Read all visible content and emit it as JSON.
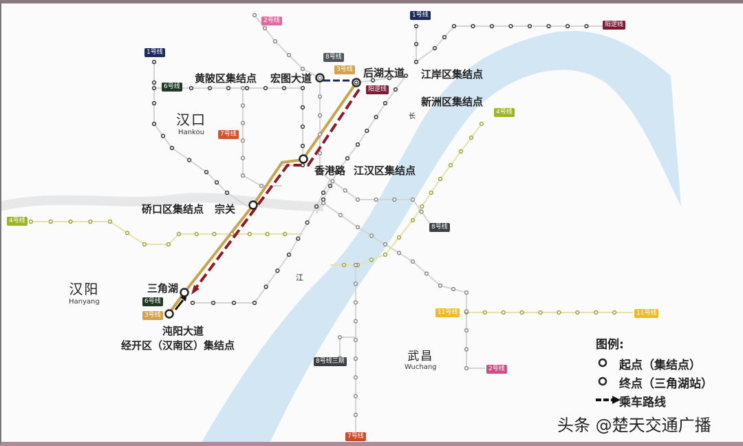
{
  "districts": [
    {
      "cn": "汉口",
      "en": "Hankou"
    },
    {
      "cn": "汉阳",
      "en": "Hanyang"
    },
    {
      "cn": "武昌",
      "en": "Wuchang"
    }
  ],
  "river_labels": {
    "jiang": "江",
    "chang": "长"
  },
  "assembly_points": {
    "huangpi": "黄陂区集结点",
    "hongtu": "宏图大道",
    "houhu": "后湖大道",
    "jiangan": "江岸区集结点",
    "xinzhou": "新洲区集结点",
    "xianggang": "香港路",
    "jianghan": "江汉区集结点",
    "qiaokou": "硚口区集结点",
    "zongguan": "宗关",
    "sanjiaohu": "三角湖",
    "zhuanyang": "沌阳大道",
    "jingkai": "经开区（汉南区）集结点"
  },
  "line_badges": [
    {
      "text": "1号线",
      "color": "#1c2b5c"
    },
    {
      "text": "1号线",
      "color": "#1c2b5c"
    },
    {
      "text": "2号线",
      "color": "#e069a0"
    },
    {
      "text": "2号线",
      "color": "#d24a86"
    },
    {
      "text": "8号线",
      "color": "#50565c"
    },
    {
      "text": "8号线",
      "color": "#3c3f43"
    },
    {
      "text": "8号线三期",
      "color": "#3c3f43"
    },
    {
      "text": "3号线",
      "color": "#d4a24a"
    },
    {
      "text": "3号线",
      "color": "#d4a24a"
    },
    {
      "text": "6号线",
      "color": "#1f3a24"
    },
    {
      "text": "6号线",
      "color": "#1f3a24"
    },
    {
      "text": "7号线",
      "color": "#d4542a"
    },
    {
      "text": "7号线",
      "color": "#cc4a2a"
    },
    {
      "text": "阳逻线",
      "color": "#7a1c36"
    },
    {
      "text": "阳逻线",
      "color": "#7a1c36"
    },
    {
      "text": "4号线",
      "color": "#9cb42a"
    },
    {
      "text": "4号线",
      "color": "#9cb42a"
    },
    {
      "text": "11号线",
      "color": "#f0b82a"
    },
    {
      "text": "11号线",
      "color": "#f0b82a"
    }
  ],
  "legend": {
    "title": "图例:",
    "items": [
      {
        "icon": "circle-icon",
        "label": "起点（集结点）"
      },
      {
        "icon": "circle-icon",
        "label": "终点（三角湖站）"
      },
      {
        "icon": "dashed-arrow-icon",
        "label": "乘车路线"
      }
    ]
  },
  "colors": {
    "river": "#cfe3f2",
    "route": "#8b1a2a",
    "line3": "#c9a44f",
    "station": "#333333"
  },
  "watermark": "头条 @楚天交通广播"
}
